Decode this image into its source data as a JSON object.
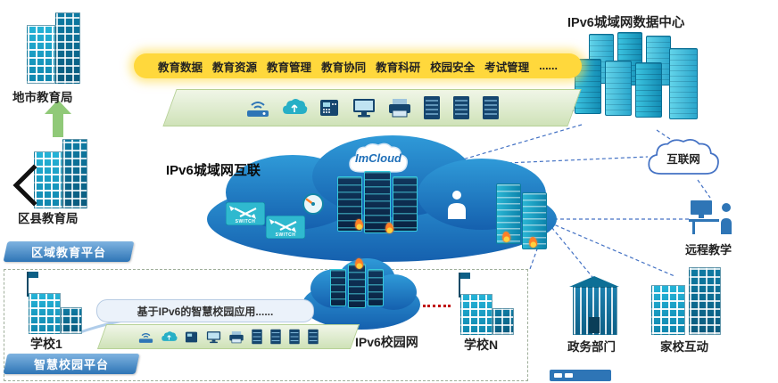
{
  "datacenter": {
    "title": "IPv6城域网数据中心"
  },
  "top_banner": {
    "items": [
      "教育数据",
      "教育资源",
      "教育管理",
      "教育协同",
      "教育科研",
      "校园安全",
      "考试管理",
      "......"
    ]
  },
  "left_panel": {
    "city_bureau": "地市教育局",
    "district_bureau": "区县教育局",
    "badge": "区域教育平台"
  },
  "man_cloud": {
    "label": "IPv6城域网互联",
    "logo": "ImCloud",
    "switch": "SWITCH"
  },
  "right_panel": {
    "internet": "互联网",
    "remote": "远程教学",
    "gov": "政务部门",
    "home_school": "家校互动"
  },
  "campus": {
    "school1": "学校1",
    "banner": "基于IPv6的智慧校园应用......",
    "campus_net": "IPv6校园网",
    "schoolN": "学校N",
    "badge": "智慧校园平台"
  },
  "colors": {
    "cloud_blue": "#1E74C2",
    "device_teal": "#1BA8CC",
    "badge_blue": "#2E75B6",
    "banner_yellow": "#FFD83C",
    "strip_green": "#D9E8C4",
    "line_blue": "#4472C4",
    "alert_red": "#C00000",
    "flame_orange": "#FF7F27"
  }
}
